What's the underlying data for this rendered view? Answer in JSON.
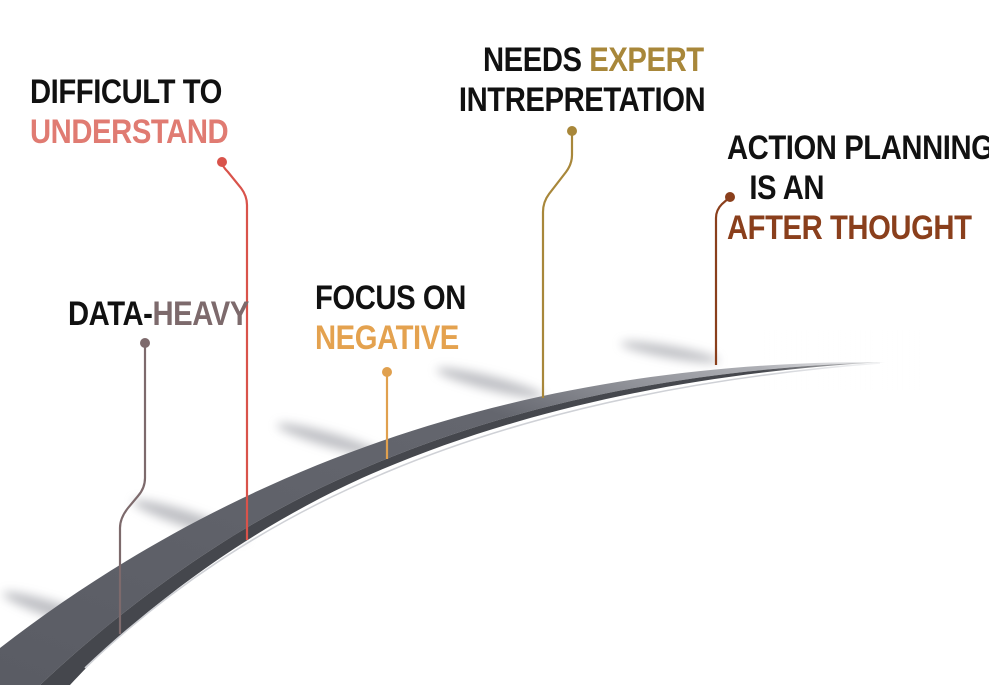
{
  "colors": {
    "road": "#5f6169",
    "road_edge": "#44464c",
    "road_center": "#c9cbd0",
    "shadow": "#8b8d95"
  },
  "milestones": [
    {
      "id": "data-heavy",
      "parts": [
        {
          "text": "DATA-",
          "color": "#111111"
        },
        {
          "text": "HEAVY",
          "color": "#7d6a6c"
        }
      ],
      "line": [],
      "pin_color": "#7d6a6c"
    },
    {
      "id": "difficult",
      "parts": [
        {
          "text": "DIFFICULT TO",
          "color": "#111111"
        }
      ],
      "line2": [
        {
          "text": "UNDERSTAND",
          "color": "#e07b72"
        }
      ],
      "pin_color": "#d9534b"
    },
    {
      "id": "focus",
      "parts": [
        {
          "text": "FOCUS ON",
          "color": "#111111"
        }
      ],
      "line2": [
        {
          "text": "NEGATIVE",
          "color": "#e4a24f"
        }
      ],
      "pin_color": "#e0a04e"
    },
    {
      "id": "needs",
      "parts": [
        {
          "text": "NEEDS ",
          "color": "#111111"
        },
        {
          "text": "EXPERT",
          "color": "#a8873a"
        }
      ],
      "line2": [
        {
          "text": "INTREPRETATION",
          "color": "#111111"
        }
      ],
      "pin_color": "#a8873a"
    },
    {
      "id": "action",
      "parts": [
        {
          "text": "ACTION PLANNING",
          "color": "#111111"
        }
      ],
      "line2": [
        {
          "text": "IS AN",
          "color": "#111111"
        }
      ],
      "line3": [
        {
          "text": "AFTER THOUGHT",
          "color": "#8a3f1c"
        }
      ],
      "pin_color": "#8a3f1c"
    }
  ]
}
